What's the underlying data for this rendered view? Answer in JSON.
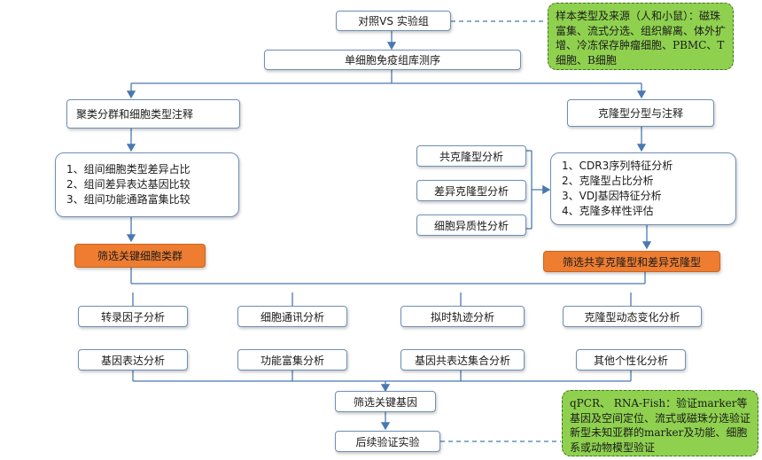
{
  "nodes": {
    "top": "对照VS 实验组",
    "seq": "单细胞免疫组库测序",
    "cluster": "聚类分群和细胞类型注释",
    "clone": "克隆型分型与注释",
    "left_list": [
      "1、组间细胞类型差异占比",
      "2、组间差异表达基因比较",
      "3、组间功能通路富集比较"
    ],
    "right_list": [
      "1、CDR3序列特征分析",
      "2、克隆型占比分析",
      "3、VDJ基因特征分析",
      "4、克隆多样性评估"
    ],
    "mid_list": [
      "共克隆型分析",
      "差异克隆型分析",
      "细胞异质性分析"
    ],
    "screen_cells": "筛选关键细胞类群",
    "screen_clones": "筛选共享克隆型和差异克隆型",
    "row1": [
      "转录因子分析",
      "细胞通讯分析",
      "拟时轨迹分析",
      "克隆型动态变化分析"
    ],
    "row2": [
      "基因表达分析",
      "功能富集分析",
      "基因共表达集合分析",
      "其他个性化分析"
    ],
    "screen_genes": "筛选关键基因",
    "validate": "后续验证实验"
  },
  "notes": {
    "sample": "样本类型及来源（人和小鼠）：磁珠富集、流式分选、组织解离、体外扩增、冷冻保存肿瘤细胞、PBMC、T细胞、B细胞",
    "validation": "qPCR、 RNA-Fish：验证marker等基因及空间定位、流式或磁珠分选验证新型未知亚群的marker及功能、细胞系或动物模型验证"
  },
  "colors": {
    "box_border": "#6f8fb8",
    "line": "#4a78b0",
    "highlight": "#ee7d31",
    "note_fill": "#8fd14f"
  }
}
